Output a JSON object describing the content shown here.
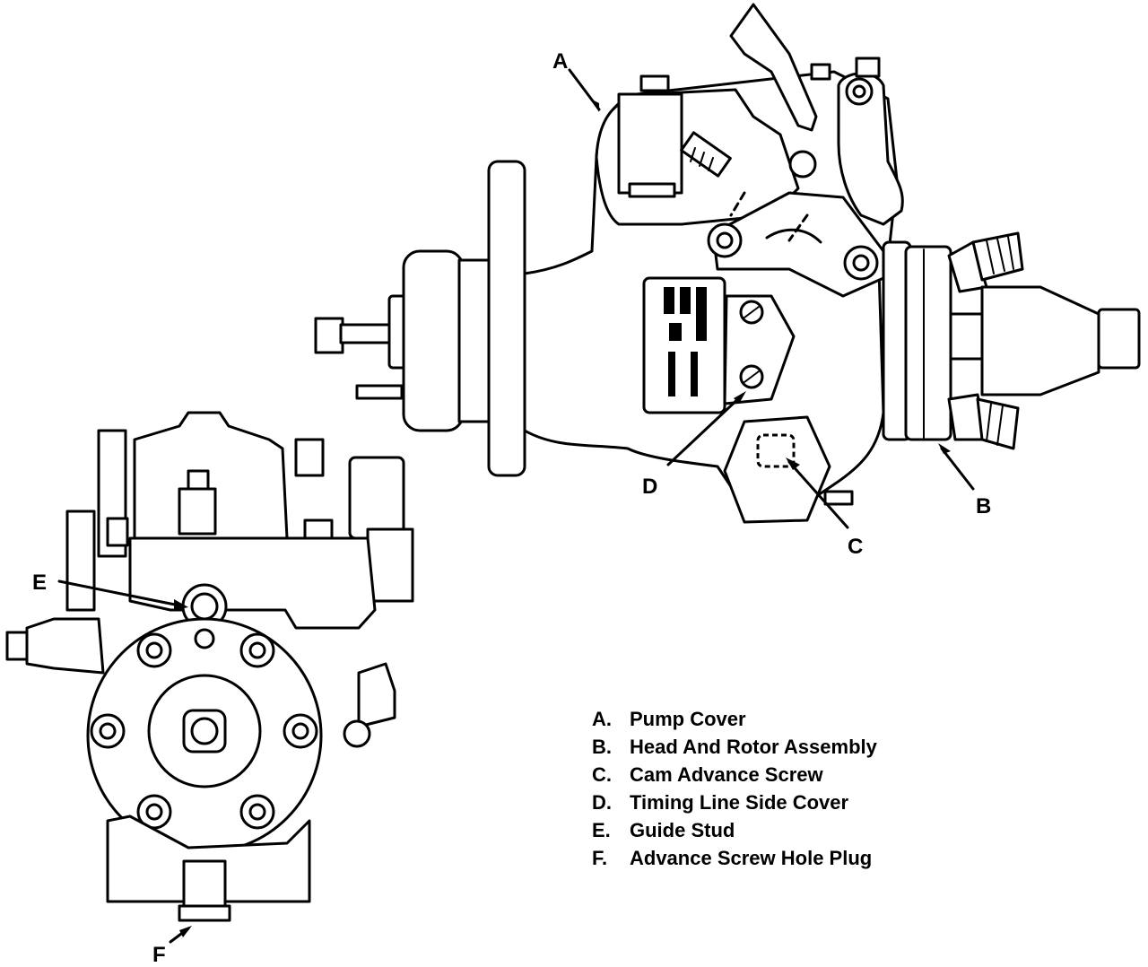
{
  "callouts": {
    "a": "A",
    "b": "B",
    "c": "C",
    "d": "D",
    "e": "E",
    "f": "F"
  },
  "legend": [
    {
      "key": "A.",
      "text": "Pump Cover"
    },
    {
      "key": "B.",
      "text": "Head And Rotor Assembly"
    },
    {
      "key": "C.",
      "text": "Cam Advance Screw"
    },
    {
      "key": "D.",
      "text": "Timing Line Side Cover"
    },
    {
      "key": "E.",
      "text": "Guide Stud"
    },
    {
      "key": "F.",
      "text": "Advance Screw Hole Plug"
    }
  ],
  "colors": {
    "ink": "#000000",
    "paper": "#ffffff"
  }
}
